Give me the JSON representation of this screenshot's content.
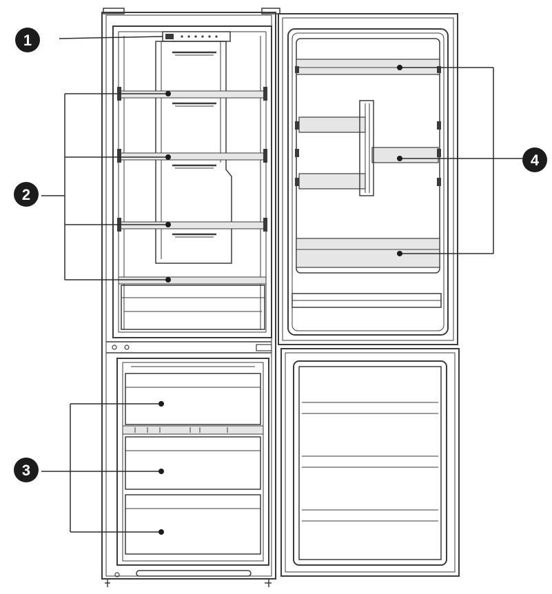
{
  "diagram": {
    "colors": {
      "line": "#3a3a3a",
      "light_line": "#8a8a8a",
      "shelf_fill": "#e6e6e6",
      "badge": "#1c1c1c",
      "badge_text": "#ffffff"
    },
    "callouts": [
      {
        "id": "1",
        "label": "1",
        "part": "control-panel"
      },
      {
        "id": "2",
        "label": "2",
        "part": "fridge-shelves"
      },
      {
        "id": "3",
        "label": "3",
        "part": "freezer-drawers"
      },
      {
        "id": "4",
        "label": "4",
        "part": "door-balconies"
      }
    ]
  }
}
